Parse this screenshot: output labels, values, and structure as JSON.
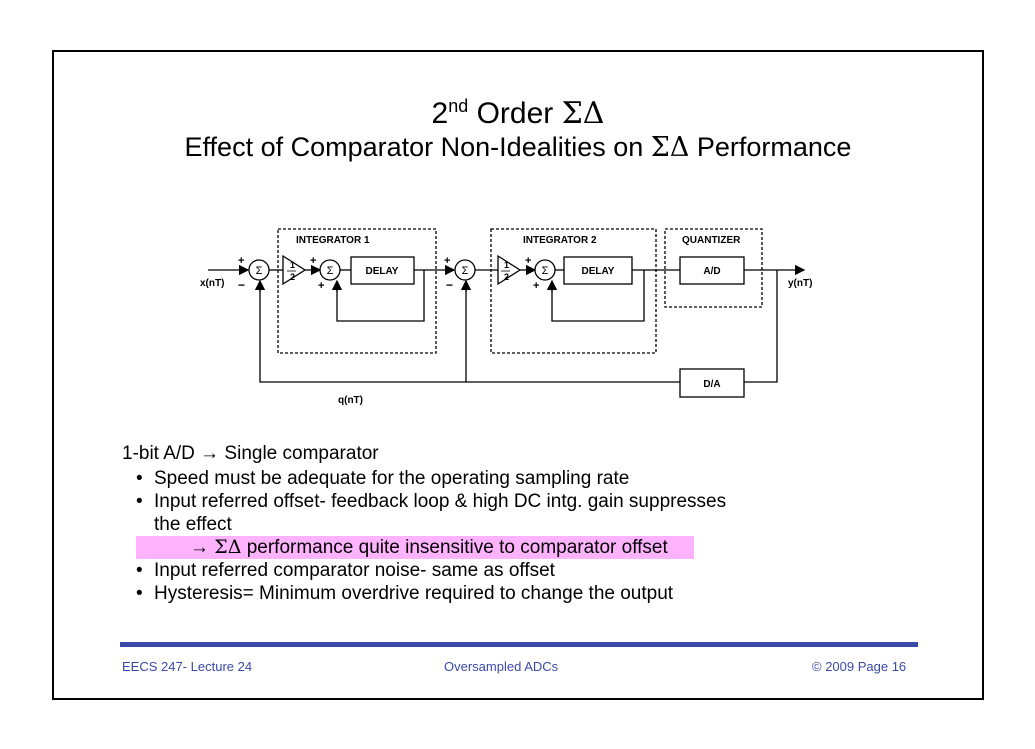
{
  "title": {
    "line1_prefix": "2",
    "line1_sup": "nd",
    "line1_rest": " Order ",
    "sigma_delta": "ΣΔ",
    "line2_prefix": "Effect of Comparator Non-Idealities on ",
    "line2_suffix": " Performance"
  },
  "diagram": {
    "integrator1": "INTEGRATOR 1",
    "integrator2": "INTEGRATOR 2",
    "quantizer": "QUANTIZER",
    "delay": "DELAY",
    "ad": "A/D",
    "da": "D/A",
    "input": "x(nT)",
    "output": "y(nT)",
    "feedback": "q(nT)",
    "sum": "Σ",
    "plus": "+",
    "minus": "−",
    "gain_num": "1",
    "gain_den": "2"
  },
  "body": {
    "lead": "1-bit A/D → Single comparator",
    "bullets": [
      "Speed must be adequate for the operating sampling rate",
      "Input referred offset- feedback loop & high DC intg. gain suppresses",
      "the effect"
    ],
    "highlight_prefix": "→ ",
    "highlight_suffix": " performance quite insensitive to comparator offset",
    "bullets2": [
      "Input referred comparator noise- same as offset",
      "Hysteresis= Minimum overdrive required to change the output"
    ],
    "bullet_symbol": "•"
  },
  "footer": {
    "left": "EECS 247- Lecture 24",
    "center": "Oversampled ADCs",
    "right": "© 2009 Page 16"
  },
  "colors": {
    "rule": "#3a4aa8",
    "footer_text": "#3a4aa8",
    "highlight": "#ffb3ff"
  }
}
